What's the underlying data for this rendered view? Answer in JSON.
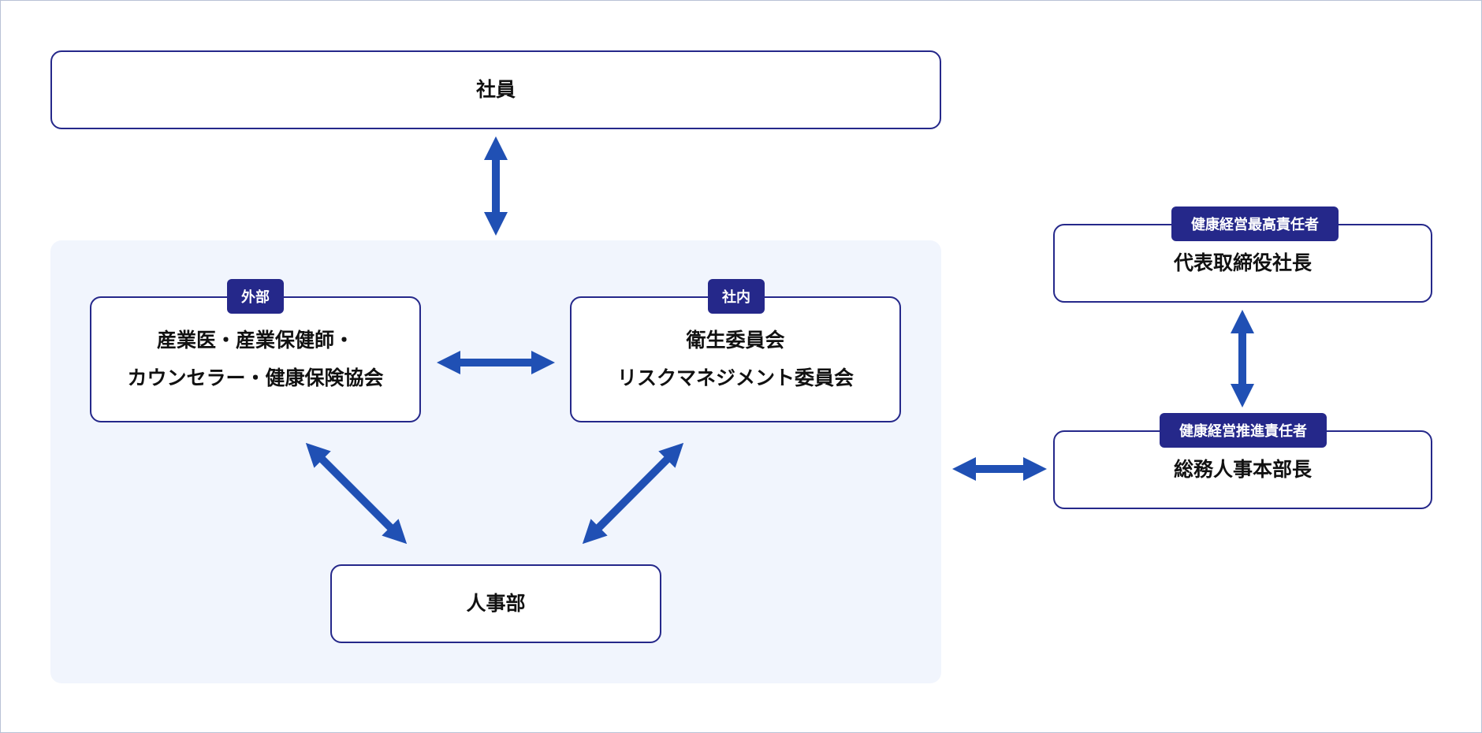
{
  "boxes": {
    "employees": {
      "label": "社員"
    },
    "external": {
      "badge": "外部",
      "line1": "産業医・産業保健師・",
      "line2": "カウンセラー・健康保険協会"
    },
    "internal": {
      "badge": "社内",
      "line1": "衛生委員会",
      "line2": "リスクマネジメント委員会"
    },
    "hr_department": {
      "label": "人事部"
    },
    "president": {
      "badge": "健康経営最高責任者",
      "label": "代表取締役社長"
    },
    "general_affairs_head": {
      "badge": "健康経営推進責任者",
      "label": "総務人事本部長"
    }
  },
  "colors": {
    "arrow": "#2050b4",
    "box_border": "#25288a",
    "badge_bg": "#25288a",
    "panel_bg": "#f1f5fd"
  }
}
